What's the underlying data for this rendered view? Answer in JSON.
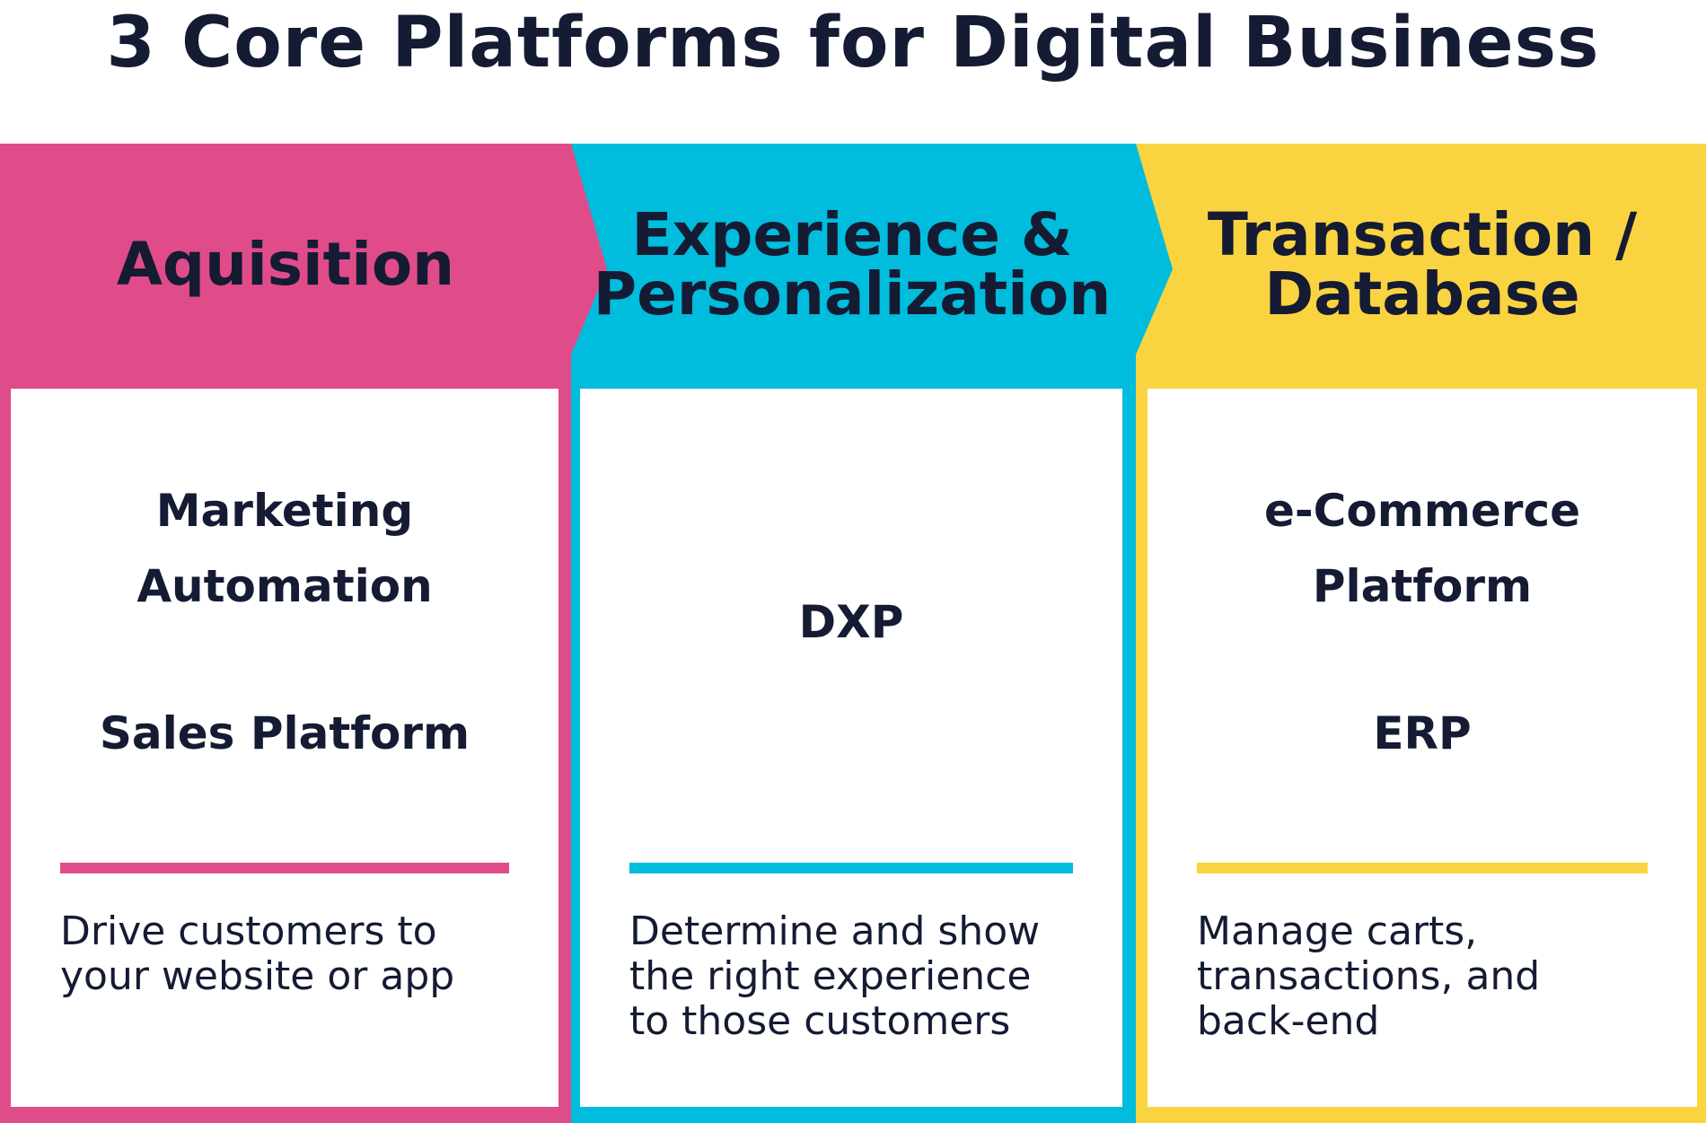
{
  "title": "3 Core Platforms for Digital Business",
  "colors": {
    "pink": "#e04c8a",
    "cyan": "#00bcdd",
    "yellow": "#fad440",
    "text": "#141b33"
  },
  "columns": [
    {
      "heading": [
        "Aquisition"
      ],
      "items": [
        "Marketing",
        "Automation",
        "",
        "Sales Platform"
      ],
      "description": [
        "Drive customers to",
        "your website or app"
      ]
    },
    {
      "heading": [
        "Experience &",
        "Personalization"
      ],
      "items": [
        "DXP"
      ],
      "description": [
        "Determine and show",
        "the right experience",
        "to those customers"
      ]
    },
    {
      "heading": [
        "Transaction /",
        "Database"
      ],
      "items": [
        "e-Commerce",
        "Platform",
        "",
        "ERP"
      ],
      "description": [
        "Manage carts,",
        "transactions, and",
        "back-end"
      ]
    }
  ]
}
